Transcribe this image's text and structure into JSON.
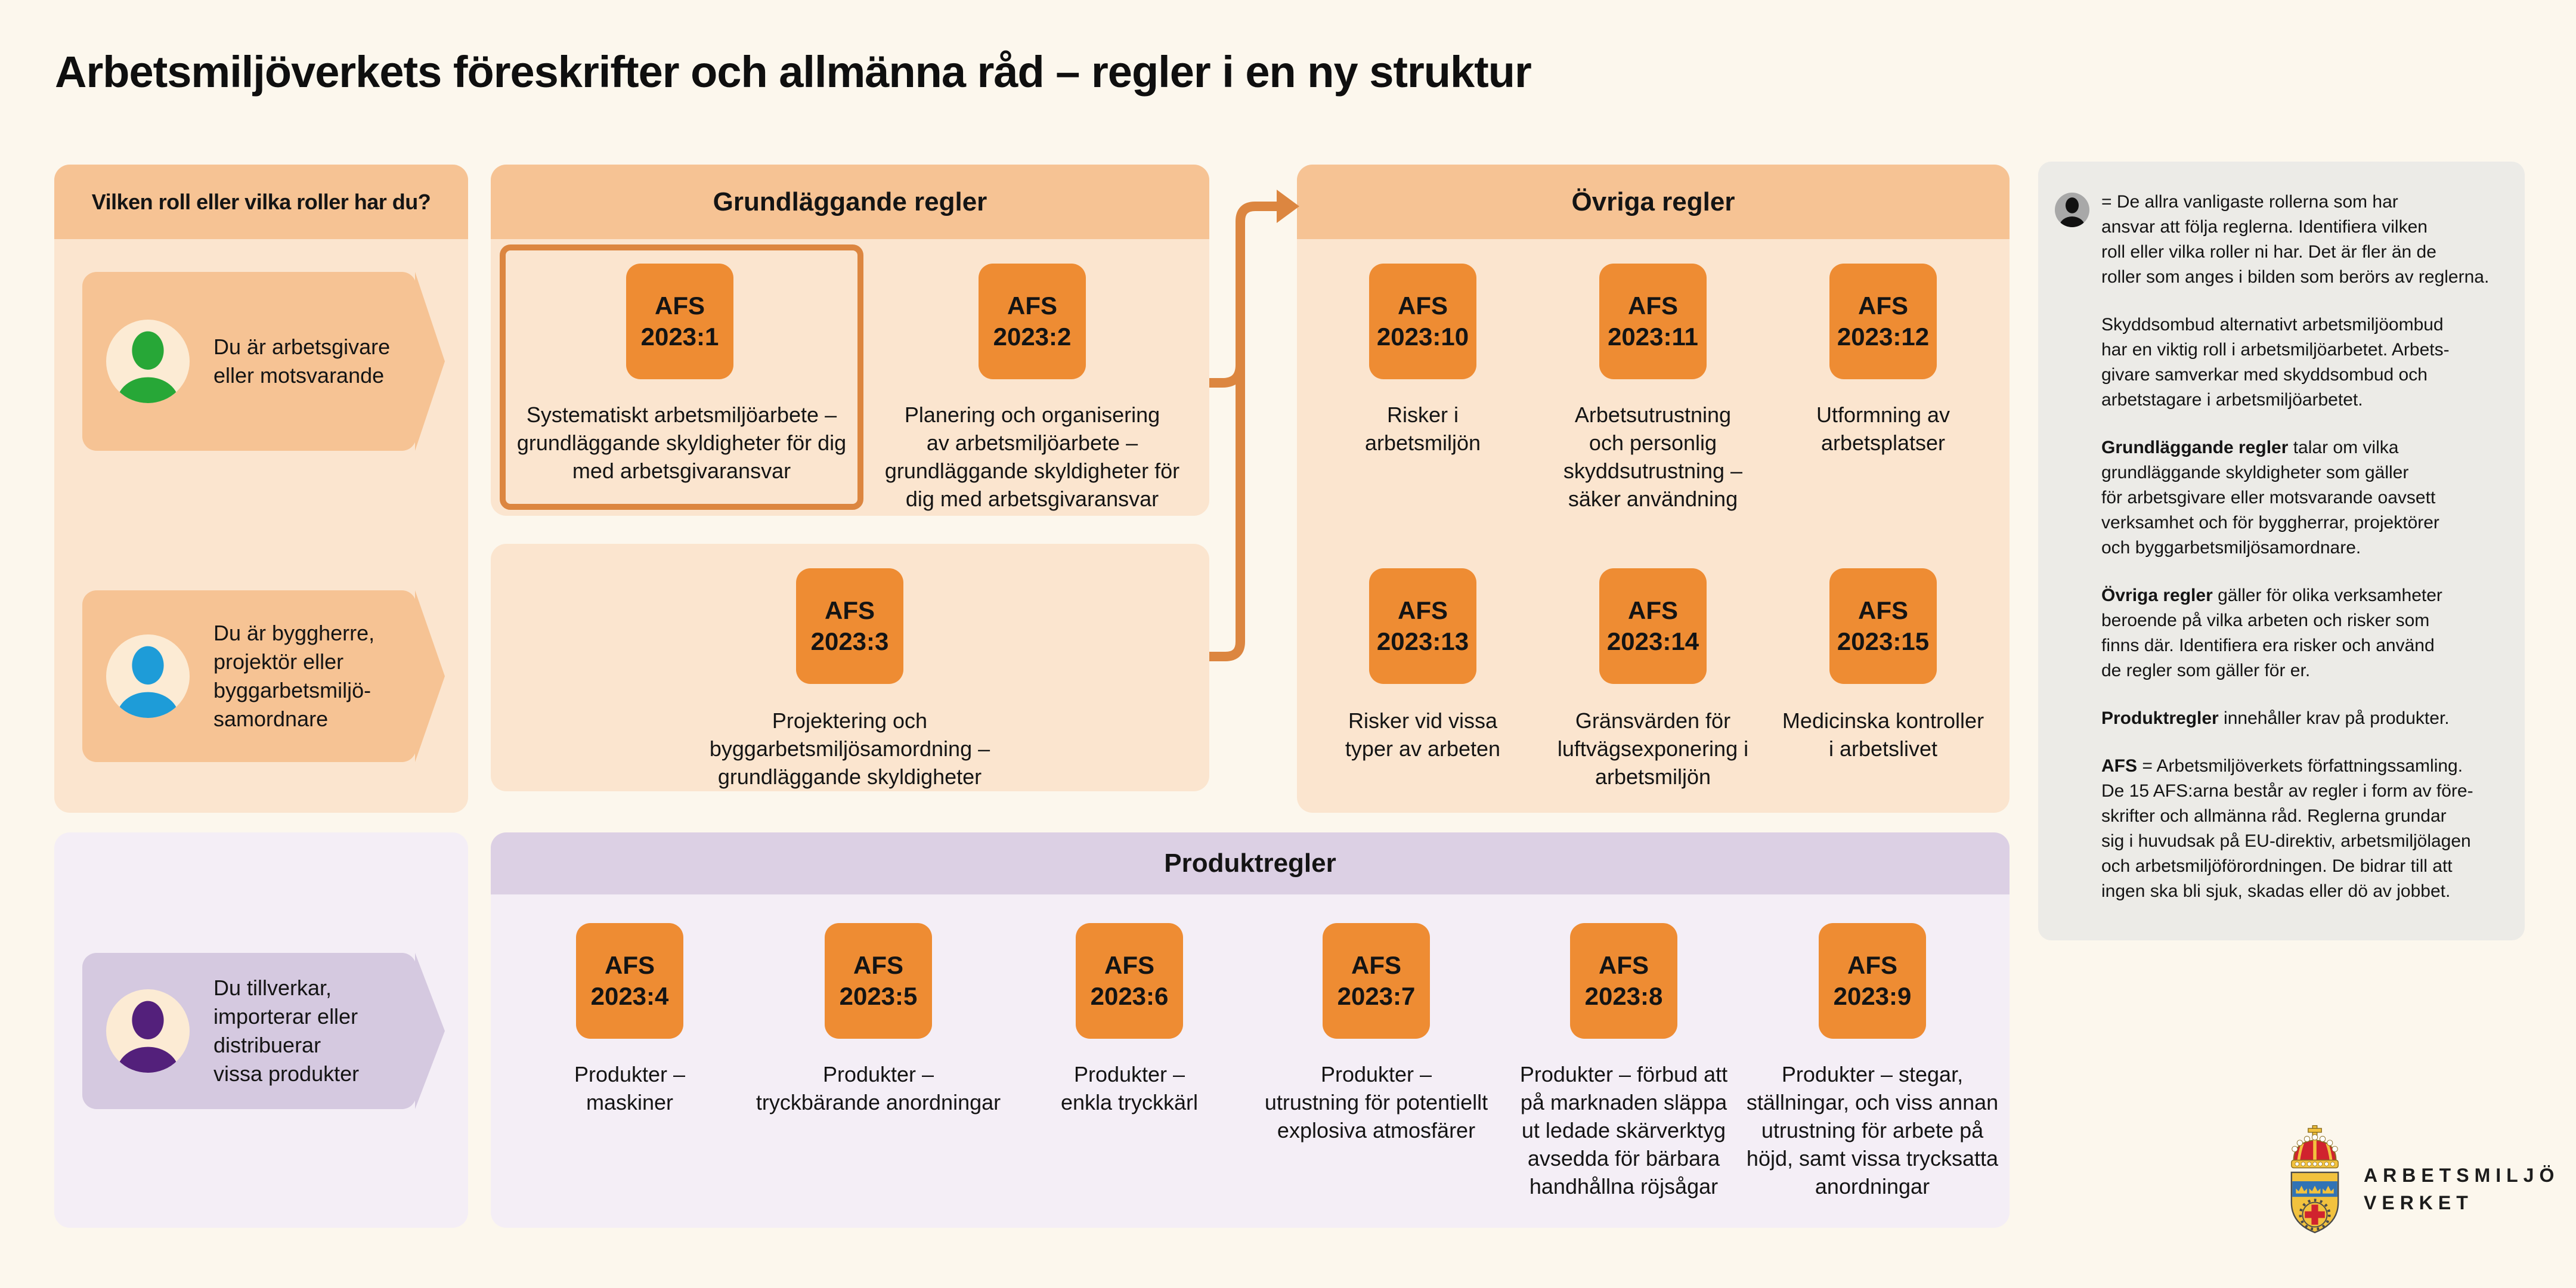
{
  "title": "Arbetsmiljöverkets föreskrifter och allmänna råd – regler i en ny struktur",
  "colors": {
    "background": "#FCF7ED",
    "band_orange": "#F6C394",
    "body_peach": "#FBE5CF",
    "chip_orange": "#EE8C33",
    "connector_orange": "#DC8640",
    "band_purple": "#DCD0E4",
    "body_purple": "#F4EEF6",
    "card_purple": "#D5C9E0",
    "circle_cream": "#FCEBD4",
    "person_green": "#27A737",
    "person_blue": "#1E9CD8",
    "person_purple": "#53207B",
    "sidebar_gray": "#ECEBE7"
  },
  "roles_panel": {
    "header": "Vilken roll eller vilka roller har du?",
    "roles": [
      {
        "icon": "person-icon-green",
        "color": "#27A737",
        "label": "Du är arbetsgivare\neller motsvarande"
      },
      {
        "icon": "person-icon-blue",
        "color": "#1E9CD8",
        "label": "Du är byggherre,\nprojektör eller\nbyggarbetsmiljö-\nsamordnare"
      },
      {
        "icon": "person-icon-purple",
        "color": "#53207B",
        "label": "Du tillverkar,\nimporterar eller\ndistribuerar\nvissa produkter"
      }
    ]
  },
  "sections": {
    "grundlaggande": {
      "header": "Grundläggande regler",
      "items": [
        {
          "afs": "AFS\n2023:1",
          "caption": "Systematiskt arbetsmiljöarbete –\ngrundläggande skyldigheter för dig\nmed arbetsgivaransvar",
          "highlighted": true
        },
        {
          "afs": "AFS\n2023:2",
          "caption": "Planering och organisering\nav arbetsmiljöarbete –\ngrundläggande skyldigheter för\ndig med arbetsgivaransvar",
          "highlighted": false
        },
        {
          "afs": "AFS\n2023:3",
          "caption": "Projektering och\nbyggarbetsmiljösamordning –\ngrundläggande skyldigheter",
          "highlighted": false
        }
      ]
    },
    "ovriga": {
      "header": "Övriga regler",
      "items": [
        {
          "afs": "AFS\n2023:10",
          "caption": "Risker i\narbetsmiljön"
        },
        {
          "afs": "AFS\n2023:11",
          "caption": "Arbetsutrustning\noch personlig\nskyddsutrustning –\nsäker användning"
        },
        {
          "afs": "AFS\n2023:12",
          "caption": "Utformning av\narbetsplatser"
        },
        {
          "afs": "AFS\n2023:13",
          "caption": "Risker vid vissa\ntyper av arbeten"
        },
        {
          "afs": "AFS\n2023:14",
          "caption": "Gränsvärden för\nluftvägsexponering i\narbetsmiljön"
        },
        {
          "afs": "AFS\n2023:15",
          "caption": "Medicinska kontroller\ni arbetslivet"
        }
      ]
    },
    "produktregler": {
      "header": "Produktregler",
      "items": [
        {
          "afs": "AFS\n2023:4",
          "caption": "Produkter –\nmaskiner"
        },
        {
          "afs": "AFS\n2023:5",
          "caption": "Produkter –\ntryckbärande anordningar"
        },
        {
          "afs": "AFS\n2023:6",
          "caption": "Produkter –\nenkla tryckkärl"
        },
        {
          "afs": "AFS\n2023:7",
          "caption": "Produkter –\nutrustning för potentiellt\nexplosiva atmosfärer"
        },
        {
          "afs": "AFS\n2023:8",
          "caption": "Produkter – förbud att\npå marknaden släppa\nut ledade skärverktyg\navsedda för bärbara\nhandhållna röjsågar"
        },
        {
          "afs": "AFS\n2023:9",
          "caption": "Produkter – stegar,\nställningar, och viss annan\nutrustning för arbete på\nhöjd, samt vissa trycksatta\nanordningar"
        }
      ]
    }
  },
  "sidebar": {
    "paragraphs": [
      {
        "bold": "",
        "text": "= De allra vanligaste rollerna som har\nansvar att följa reglerna. Identifiera vilken\nroll eller vilka roller ni har. Det är fler än de\nroller som anges i bilden som berörs av reglerna."
      },
      {
        "bold": "",
        "text": "Skyddsombud alternativt arbetsmiljöombud\nhar en viktig roll i arbetsmiljöarbetet. Arbets-\ngivare samverkar med skyddsombud och\narbetstagare i arbetsmiljöarbetet."
      },
      {
        "bold": "Grundläggande regler",
        "text": " talar om vilka\ngrundläggande skyldigheter som gäller\nför arbetsgivare eller motsvarande oavsett\nverksamhet och för byggherrar, projektörer\noch byggarbetsmiljösamordnare."
      },
      {
        "bold": "Övriga regler",
        "text": " gäller för olika verksamheter\nberoende på vilka arbeten och risker som\nfinns där. Identifiera era risker och använd\nde regler som gäller för er."
      },
      {
        "bold": "Produktregler",
        "text": " innehåller krav på produkter."
      },
      {
        "bold": "AFS",
        "text": " = Arbetsmiljöverkets författningssamling.\nDe 15 AFS:arna består av regler i form av före-\nskrifter och allmänna råd. Reglerna grundar\nsig i huvudsak på EU-direktiv, arbetsmiljölagen\noch arbetsmiljöförordningen. De bidrar till att\ningen ska bli sjuk, skadas eller dö av jobbet."
      }
    ]
  },
  "logo": {
    "line1": "ARBETSMILJÖ",
    "line2": "VERKET"
  }
}
